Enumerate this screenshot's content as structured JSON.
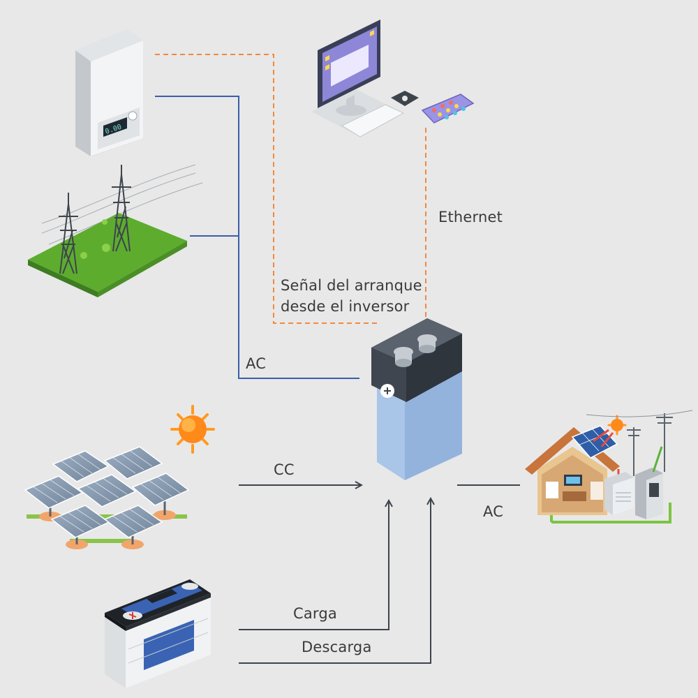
{
  "colors": {
    "background": "#e8e8e8",
    "ac_line": "#3a5ea8",
    "signal_line": "#ef8a3f",
    "dc_line": "#3d444c"
  },
  "labels": {
    "ethernet": "Ethernet",
    "signal": "Señal del arranque\ndesde el inversor",
    "ac_grid": "AC",
    "cc": "CC",
    "ac_house": "AC",
    "carga": "Carga",
    "descarga": "Descarga"
  },
  "icons": {
    "meter": "energy-meter-icon",
    "tower": "power-grid-tower-icon",
    "computer": "desktop-computer-icon",
    "phone": "smartphone-icon",
    "inverter": "battery-inverter-icon",
    "solar": "solar-panel-array-icon",
    "sun": "sun-icon",
    "house": "solar-house-icon",
    "car_battery": "car-battery-icon"
  },
  "meter_display": "0.00"
}
